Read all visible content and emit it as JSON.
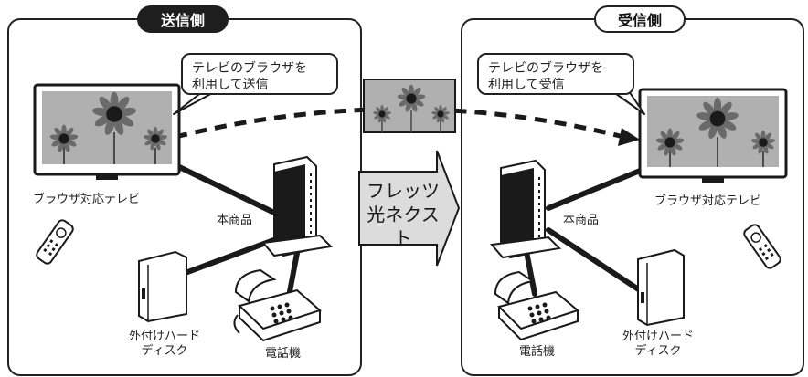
{
  "sender": {
    "header": "送信側",
    "bubble_line1": "テレビのブラウザを",
    "bubble_line2": "利用して送信",
    "tv_label": "ブラウザ対応テレビ",
    "router_label": "本商品",
    "hdd_line1": "外付けハード",
    "hdd_line2": "ディスク",
    "phone_label": "電話機"
  },
  "receiver": {
    "header": "受信側",
    "bubble_line1": "テレビのブラウザを",
    "bubble_line2": "利用して受信",
    "tv_label": "ブラウザ対応テレビ",
    "router_label": "本商品",
    "hdd_line1": "外付けハード",
    "hdd_line2": "ディスク",
    "phone_label": "電話機"
  },
  "network": {
    "line1": "フレッツ",
    "line2": "光ネクスト"
  },
  "colors": {
    "line": "#1a1a1a",
    "screen_bg": "#b0b0b0",
    "arrow_fill": "#dcdcdc"
  },
  "icons": [
    "tv-icon",
    "router-icon",
    "hdd-icon",
    "phone-icon",
    "remote-icon",
    "sunflower-photo",
    "network-arrow"
  ]
}
